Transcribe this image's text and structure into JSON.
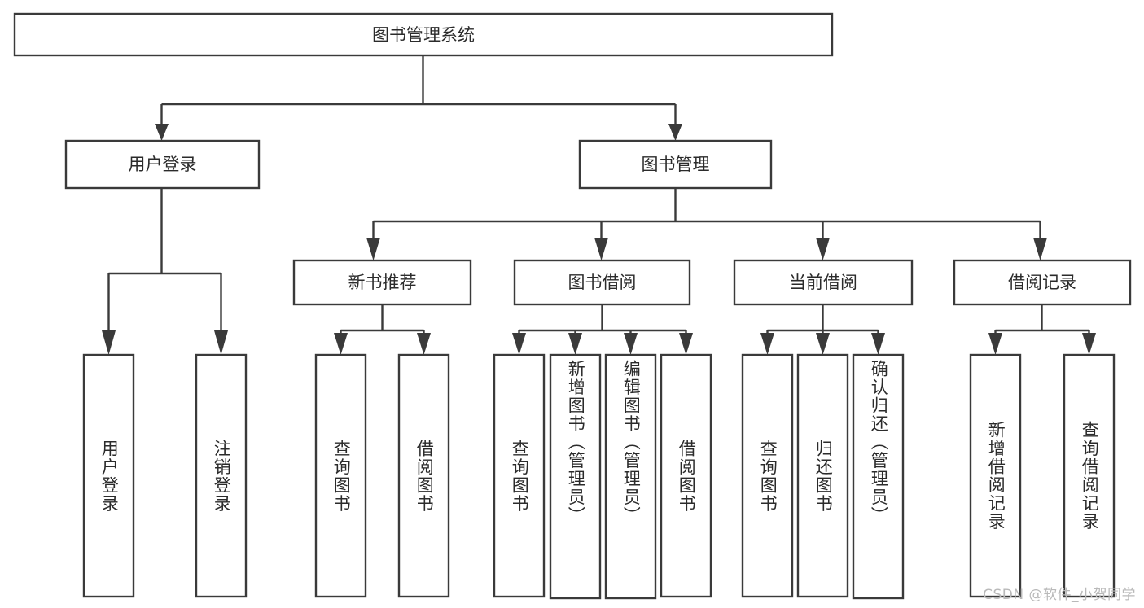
{
  "diagram": {
    "title": "图书管理系统",
    "type": "tree-hierarchy-flowchart",
    "root": {
      "id": "root",
      "label": "图书管理系统",
      "orientation": "horizontal"
    },
    "level2": [
      {
        "id": "user-login",
        "label": "用户登录",
        "orientation": "horizontal"
      },
      {
        "id": "book-manage",
        "label": "图书管理",
        "orientation": "horizontal"
      }
    ],
    "level3": [
      {
        "id": "new-book-recommend",
        "label": "新书推荐",
        "orientation": "horizontal",
        "parent": "book-manage"
      },
      {
        "id": "book-borrow",
        "label": "图书借阅",
        "orientation": "horizontal",
        "parent": "book-manage"
      },
      {
        "id": "current-borrow",
        "label": "当前借阅",
        "orientation": "horizontal",
        "parent": "book-manage"
      },
      {
        "id": "borrow-record",
        "label": "借阅记录",
        "orientation": "horizontal",
        "parent": "book-manage"
      }
    ],
    "leaves": {
      "user_login": [
        {
          "id": "leaf-user-login",
          "label": "用户登录",
          "orientation": "vertical"
        },
        {
          "id": "leaf-logout",
          "label": "注销登录",
          "orientation": "vertical"
        }
      ],
      "new_book_recommend": [
        {
          "id": "leaf-query-book-1",
          "label": "查询图书",
          "orientation": "vertical"
        },
        {
          "id": "leaf-borrow-book-1",
          "label": "借阅图书",
          "orientation": "vertical"
        }
      ],
      "book_borrow": [
        {
          "id": "leaf-query-book-2",
          "label": "查询图书",
          "orientation": "vertical"
        },
        {
          "id": "leaf-add-book",
          "label": "新增图书（管理员）",
          "orientation": "vertical"
        },
        {
          "id": "leaf-edit-book",
          "label": "编辑图书（管理员）",
          "orientation": "vertical"
        },
        {
          "id": "leaf-borrow-book-2",
          "label": "借阅图书",
          "orientation": "vertical"
        }
      ],
      "current_borrow": [
        {
          "id": "leaf-query-book-3",
          "label": "查询图书",
          "orientation": "vertical"
        },
        {
          "id": "leaf-return-book",
          "label": "归还图书",
          "orientation": "vertical"
        },
        {
          "id": "leaf-confirm-return",
          "label": "确认归还（管理员）",
          "orientation": "vertical"
        }
      ],
      "borrow_record": [
        {
          "id": "leaf-add-record",
          "label": "新增借阅记录",
          "orientation": "vertical"
        },
        {
          "id": "leaf-query-record",
          "label": "查询借阅记录",
          "orientation": "vertical"
        }
      ]
    },
    "colors": {
      "box_stroke": "#3a3a3a",
      "box_fill": "#ffffff",
      "connector": "#3a3a3a",
      "text": "#2b2b2b",
      "watermark": "#b9b9b9",
      "background": "#ffffff"
    }
  },
  "watermark": {
    "text": "CSDN @软件_小贺同学"
  }
}
